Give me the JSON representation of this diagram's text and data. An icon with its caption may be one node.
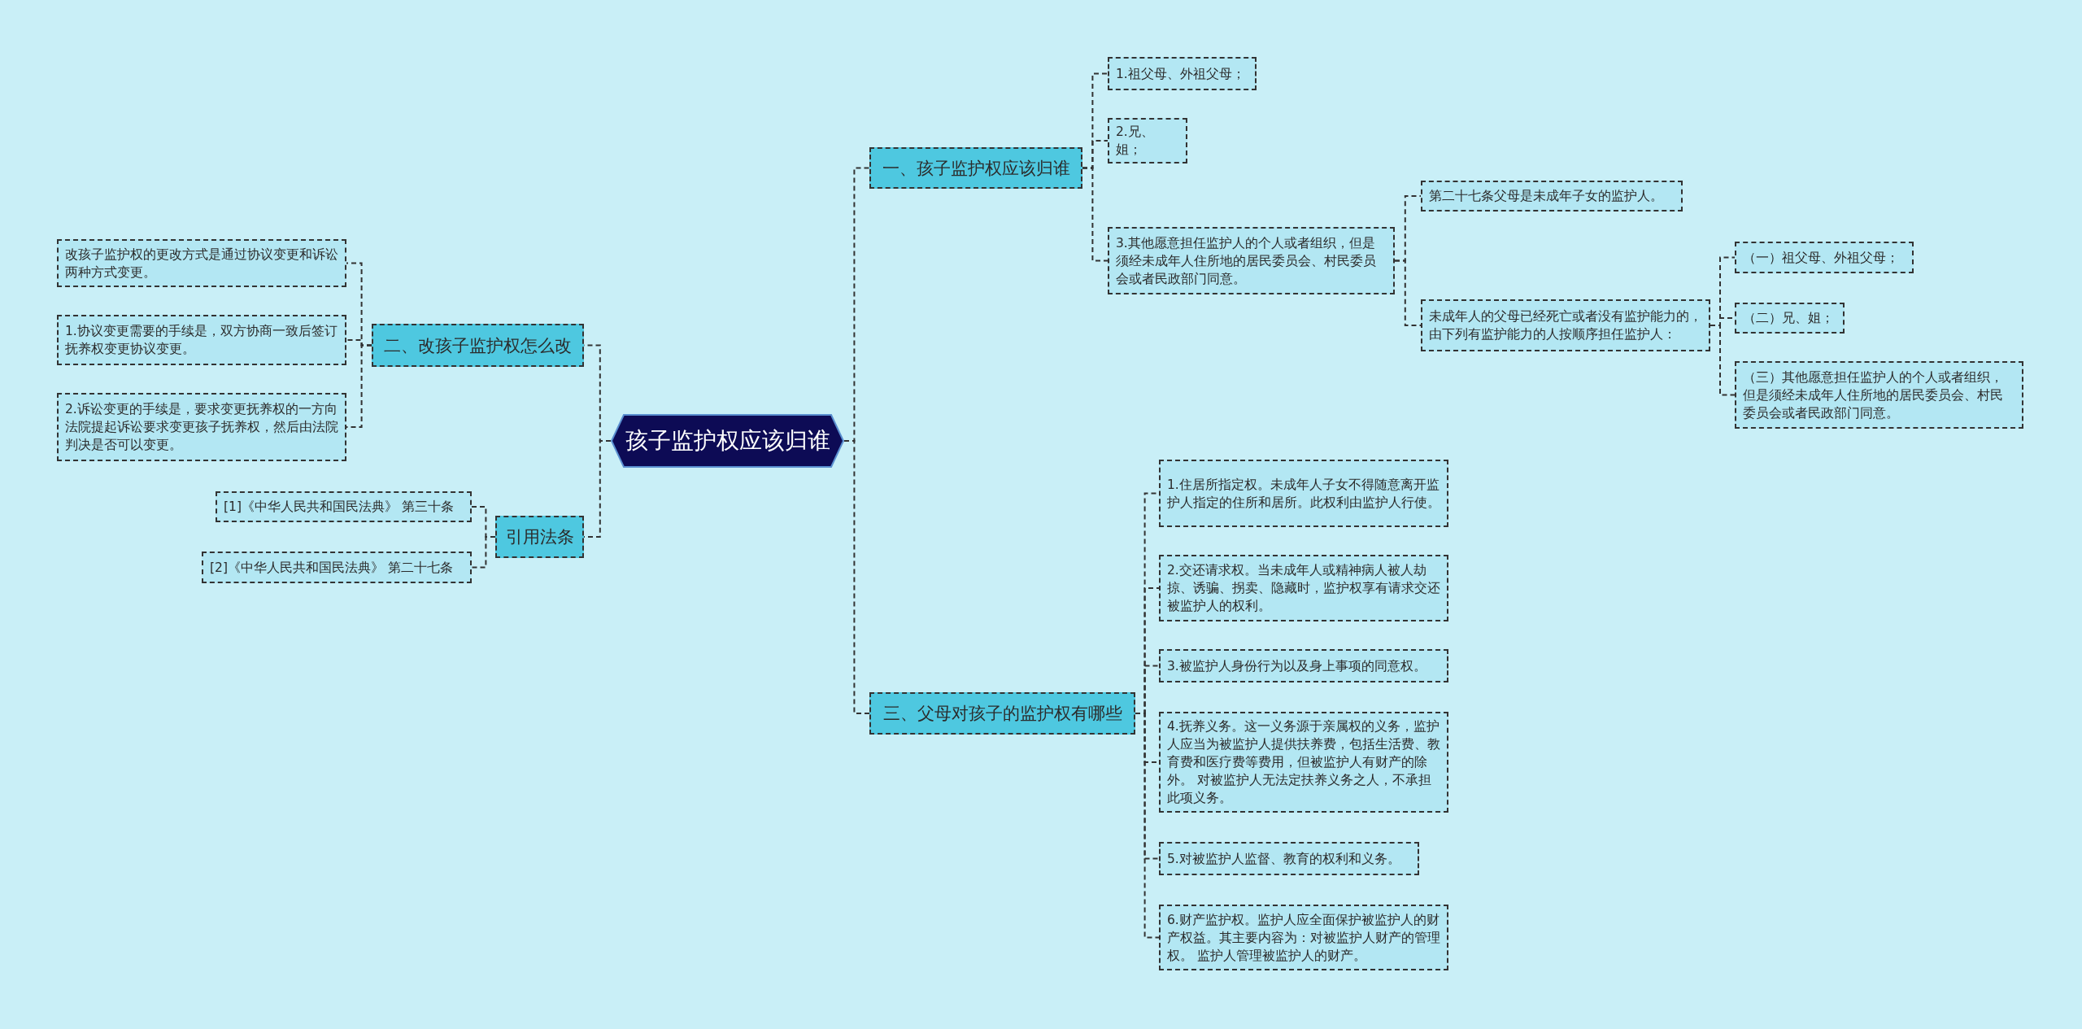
{
  "diagram": {
    "nodes": [
      {
        "text": [
          "孩子监护权应该归谁"
        ]
      },
      {
        "text": [
          "一、孩子监护权应该归谁"
        ]
      },
      {
        "text": [
          "1.祖父母、外祖父母；"
        ]
      },
      {
        "text": [
          "2.兄、姐；"
        ]
      },
      {
        "text": [
          "3.其他愿意担任监护人的个人或者组织，但是须经未成年人住所地的居民委员会、村民委员会或者民政部门同意。"
        ]
      },
      {
        "text": [
          "第二十七条父母是未成年子女的监护人。"
        ]
      },
      {
        "text": [
          "未成年人的父母已经死亡或者没有监护能力的，由下列有监护能力的人按顺序担任监护人："
        ]
      },
      {
        "text": [
          "（一）祖父母、外祖父母；"
        ]
      },
      {
        "text": [
          "（二）兄、姐；"
        ]
      },
      {
        "text": [
          "（三）其他愿意担任监护人的个人或者组织，但是须经未成年人住所地的居民委员会、村民委员会或者民政部门同意。"
        ]
      },
      {
        "text": [
          "二、改孩子监护权怎么改"
        ]
      },
      {
        "text": [
          "改孩子监护权的更改方式是通过协议变更和诉讼两种方式变更。"
        ]
      },
      {
        "text": [
          "1.协议变更需要的手续是，双方协商一致后签订抚养权变更协议变更。"
        ]
      },
      {
        "text": [
          "2.诉讼变更的手续是，要求变更抚养权的一方向法院提起诉讼要求变更孩子抚养权，然后由法院判决是否可以变更。"
        ]
      },
      {
        "text": [
          "引用法条"
        ]
      },
      {
        "text": [
          "[1]《中华人民共和国民法典》 第三十条"
        ]
      },
      {
        "text": [
          "[2]《中华人民共和国民法典》 第二十七条"
        ]
      },
      {
        "text": [
          "三、父母对孩子的监护权有哪些"
        ]
      },
      {
        "text": [
          "1.住居所指定权。未成年人子女不得随意离开监护人指定的住所和居所。此权利由监护人行使。"
        ]
      },
      {
        "text": [
          "2.交还请求权。当未成年人或精神病人被人劫掠、诱骗、拐卖、隐藏时，监护权享有请求交还被监护人的权利。"
        ]
      },
      {
        "text": [
          "3.被监护人身份行为以及身上事项的同意权。"
        ]
      },
      {
        "text": [
          "4.抚养义务。这一义务源于亲属权的义务，监护人应当为被监护人提供扶养费，包括生活费、教育费和医疗费等费用，但被监护人有财产的除外。 对被监护人无法定扶养义务之人，不承担此项义务。"
        ]
      },
      {
        "text": [
          "5.对被监护人监督、教育的权利和义务。"
        ]
      },
      {
        "text": [
          "6.财产监护权。监护人应全面保护被监护人的财产权益。其主要内容为：对被监护人财产的管理权。 监护人管理被监护人的财产。"
        ]
      }
    ],
    "edges": [
      {
        "from": 0,
        "to": 1,
        "arrow": "none"
      },
      {
        "from": 1,
        "to": 2,
        "arrow": "none"
      },
      {
        "from": 1,
        "to": 3,
        "arrow": "none"
      },
      {
        "from": 1,
        "to": 4,
        "arrow": "none"
      },
      {
        "from": 4,
        "to": 5,
        "arrow": "none"
      },
      {
        "from": 4,
        "to": 6,
        "arrow": "none"
      },
      {
        "from": 6,
        "to": 7,
        "arrow": "none"
      },
      {
        "from": 6,
        "to": 8,
        "arrow": "none"
      },
      {
        "from": 6,
        "to": 9,
        "arrow": "none"
      },
      {
        "from": 0,
        "to": 10,
        "arrow": "none"
      },
      {
        "from": 10,
        "to": 11,
        "arrow": "none"
      },
      {
        "from": 10,
        "to": 12,
        "arrow": "none"
      },
      {
        "from": 10,
        "to": 13,
        "arrow": "none"
      },
      {
        "from": 0,
        "to": 14,
        "arrow": "none"
      },
      {
        "from": 14,
        "to": 15,
        "arrow": "none"
      },
      {
        "from": 14,
        "to": 16,
        "arrow": "none"
      },
      {
        "from": 0,
        "to": 17,
        "arrow": "none"
      },
      {
        "from": 17,
        "to": 18,
        "arrow": "none"
      },
      {
        "from": 17,
        "to": 19,
        "arrow": "none"
      },
      {
        "from": 17,
        "to": 20,
        "arrow": "none"
      },
      {
        "from": 17,
        "to": 21,
        "arrow": "none"
      },
      {
        "from": 17,
        "to": 22,
        "arrow": "none"
      },
      {
        "from": 17,
        "to": 23,
        "arrow": "none"
      }
    ]
  }
}
